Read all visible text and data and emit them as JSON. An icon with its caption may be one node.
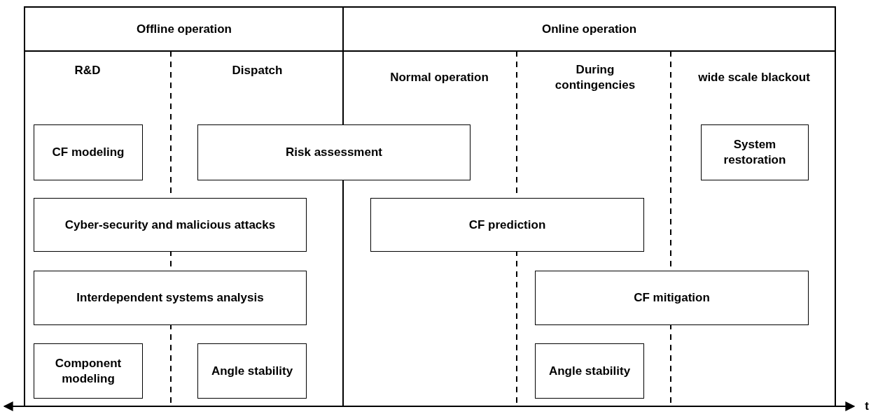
{
  "diagram": {
    "nodes": [
      {
        "text": [
          "Offline operation"
        ]
      },
      {
        "text": [
          "Online operation"
        ]
      },
      {
        "text": [
          "CF modeling"
        ]
      },
      {
        "text": [
          "Risk assessment"
        ]
      },
      {
        "text": [
          "System restoration"
        ]
      },
      {
        "text": [
          "Cyber-security and malicious attacks"
        ]
      },
      {
        "text": [
          "CF prediction"
        ]
      },
      {
        "text": [
          "Interdependent systems analysis"
        ]
      },
      {
        "text": [
          "CF mitigation"
        ]
      },
      {
        "text": [
          "Component modeling"
        ]
      },
      {
        "text": [
          "Angle stability"
        ]
      },
      {
        "text": [
          "Angle stability"
        ]
      }
    ],
    "edges": [],
    "labels": [
      "R&D",
      "Dispatch",
      "Normal operation",
      "During contingencies",
      "wide scale blackout",
      "t"
    ]
  }
}
